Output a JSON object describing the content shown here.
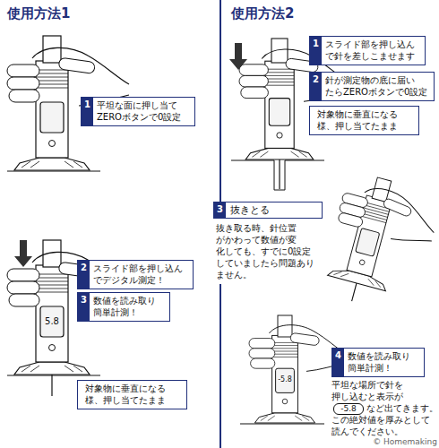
{
  "diagram": {
    "nodes": [
      {
        "text": [
          "1",
          "平坦な面に押し当て ZEROボタンで0設定"
        ]
      },
      {
        "text": [
          "2",
          "スライド部を押し込ん でデジタル測定！"
        ]
      },
      {
        "text": [
          "3",
          "数値を読み取り 簡単計測！"
        ]
      },
      {
        "text": [
          "対象物に垂直になる 様、押し当てたまま"
        ]
      },
      {
        "text": [
          "1",
          "スライド部を押し込ん で針を差しこませます"
        ]
      },
      {
        "text": [
          "2",
          "針が測定物の底に届い たらZEROボタンで0設定"
        ]
      },
      {
        "text": [
          "対象物に垂直になる 様、押し当てたまま"
        ]
      },
      {
        "text": [
          "3",
          "抜きとる",
          "抜き取る時、針位置 がかわって数値が変 化しても、すでに0設定 していましたら問題あり ません。"
        ]
      },
      {
        "text": [
          "4",
          "数値を読み取り 簡単計測！"
        ]
      },
      {
        "text": [
          "-5.8"
        ]
      }
    ],
    "labels": [
      "使用方法1",
      "使用方法2",
      "5.8",
      "-5.8",
      "平坦な場所で針を 押し込むと表示が",
      "など出てきます。",
      "この絶対値を厚みとして 読んでください。",
      "© Homemaking"
    ]
  }
}
